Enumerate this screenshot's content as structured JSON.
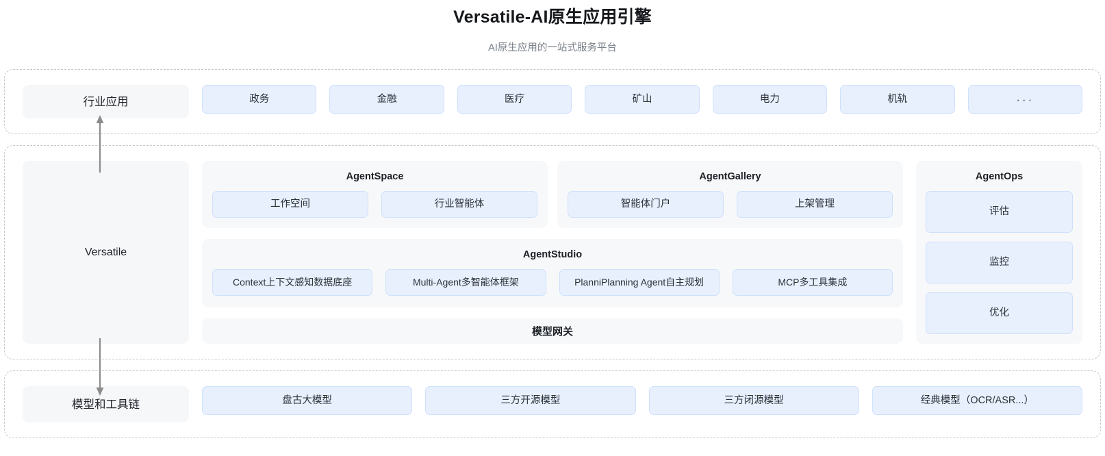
{
  "header": {
    "title": "Versatile-AI原生应用引擎",
    "subtitle": "AI原生应用的一站式服务平台"
  },
  "colors": {
    "chip_fill": "#e8f0fe",
    "chip_border": "#cfe0fb",
    "panel_grey": "#f7f8f9",
    "dashed_border": "#c3c7cf",
    "arrow": "#8c8c8c",
    "text": "#1c2026"
  },
  "industry_layer": {
    "label": "行业应用",
    "items": [
      {
        "label": "政务"
      },
      {
        "label": "金融"
      },
      {
        "label": "医疗"
      },
      {
        "label": "矿山"
      },
      {
        "label": "电力"
      },
      {
        "label": "机轨"
      },
      {
        "label": "···"
      }
    ]
  },
  "platform_layer": {
    "label": "Versatile",
    "groups": {
      "agentspace": {
        "title": "AgentSpace",
        "items": [
          {
            "label": "工作空间"
          },
          {
            "label": "行业智能体"
          }
        ]
      },
      "agentgallery": {
        "title": "AgentGallery",
        "items": [
          {
            "label": "智能体门户"
          },
          {
            "label": "上架管理"
          }
        ]
      },
      "agentstudio": {
        "title": "AgentStudio",
        "items": [
          {
            "label": "Context上下文感知数据底座"
          },
          {
            "label": "Multi-Agent多智能体框架"
          },
          {
            "label": "PlanniPlanning Agent自主规划"
          },
          {
            "label": "MCP多工具集成"
          }
        ]
      },
      "agentops": {
        "title": "AgentOps",
        "items": [
          {
            "label": "评估"
          },
          {
            "label": "监控"
          },
          {
            "label": "优化"
          }
        ]
      }
    },
    "gateway": {
      "label": "模型网关"
    }
  },
  "model_layer": {
    "label": "模型和工具链",
    "items": [
      {
        "label": "盘古大模型"
      },
      {
        "label": "三方开源模型"
      },
      {
        "label": "三方闭源模型"
      },
      {
        "label": "经典模型（OCR/ASR...）"
      }
    ]
  },
  "arrows": {
    "up": {
      "name": "arrow-versatile-to-industry",
      "direction": "up"
    },
    "down": {
      "name": "arrow-versatile-to-models",
      "direction": "down"
    }
  }
}
